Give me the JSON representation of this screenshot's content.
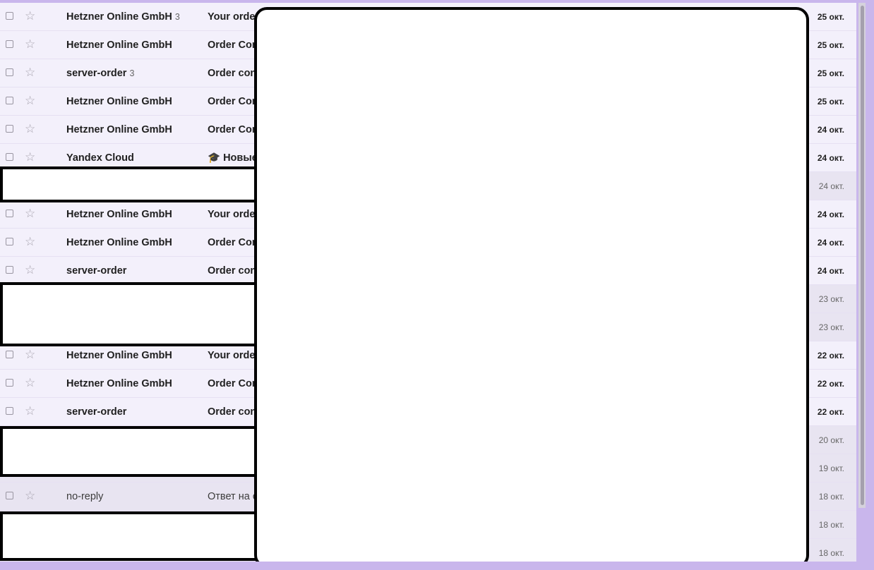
{
  "mail_list": {
    "rows": [
      {
        "sender": "Hetzner Online GmbH",
        "count": "3",
        "subject": "Your order",
        "date": "25 окт.",
        "unread": true
      },
      {
        "sender": "Hetzner Online GmbH",
        "count": "",
        "subject": "Order Con",
        "date": "25 окт.",
        "unread": true
      },
      {
        "sender": "server-order",
        "count": "3",
        "subject": "Order con",
        "date": "25 окт.",
        "unread": true
      },
      {
        "sender": "Hetzner Online GmbH",
        "count": "",
        "subject": "Order Con",
        "date": "25 окт.",
        "unread": true
      },
      {
        "sender": "Hetzner Online GmbH",
        "count": "",
        "subject": "Order Con",
        "date": "24 окт.",
        "unread": true
      },
      {
        "sender": "Yandex Cloud",
        "count": "",
        "subject": "🎓 Новые",
        "date": "24 окт.",
        "unread": true
      },
      {
        "sender": "",
        "count": "",
        "subject": "",
        "date": "24 окт.",
        "unread": false
      },
      {
        "sender": "Hetzner Online GmbH",
        "count": "",
        "subject": "Your order",
        "date": "24 окт.",
        "unread": true
      },
      {
        "sender": "Hetzner Online GmbH",
        "count": "",
        "subject": "Order Con",
        "date": "24 окт.",
        "unread": true
      },
      {
        "sender": "server-order",
        "count": "",
        "subject": "Order con",
        "date": "24 окт.",
        "unread": true
      },
      {
        "sender": "",
        "count": "",
        "subject": "",
        "date": "23 окт.",
        "unread": false
      },
      {
        "sender": "",
        "count": "",
        "subject": "",
        "date": "23 окт.",
        "unread": false
      },
      {
        "sender": "Hetzner Online GmbH",
        "count": "",
        "subject": "Your order",
        "date": "22 окт.",
        "unread": true
      },
      {
        "sender": "Hetzner Online GmbH",
        "count": "",
        "subject": "Order Con",
        "date": "22 окт.",
        "unread": true
      },
      {
        "sender": "server-order",
        "count": "",
        "subject": "Order con",
        "date": "22 окт.",
        "unread": true
      },
      {
        "sender": "",
        "count": "",
        "subject": "",
        "date": "20 окт.",
        "unread": false
      },
      {
        "sender": "",
        "count": "",
        "subject": "",
        "date": "19 окт.",
        "unread": false
      },
      {
        "sender": "no-reply",
        "count": "",
        "subject": "Ответ на с",
        "date": "18 окт.",
        "unread": false
      },
      {
        "sender": "",
        "count": "",
        "subject": "",
        "date": "18 окт.",
        "unread": false
      },
      {
        "sender": "",
        "count": "",
        "subject": "",
        "date": "18 окт.",
        "unread": false
      }
    ]
  },
  "colors": {
    "background": "#c9b6ec",
    "unread_row": "#f3f0fb",
    "read_row": "#e8e4f1",
    "redaction_fill": "#ffffff",
    "redaction_border": "#000000"
  }
}
